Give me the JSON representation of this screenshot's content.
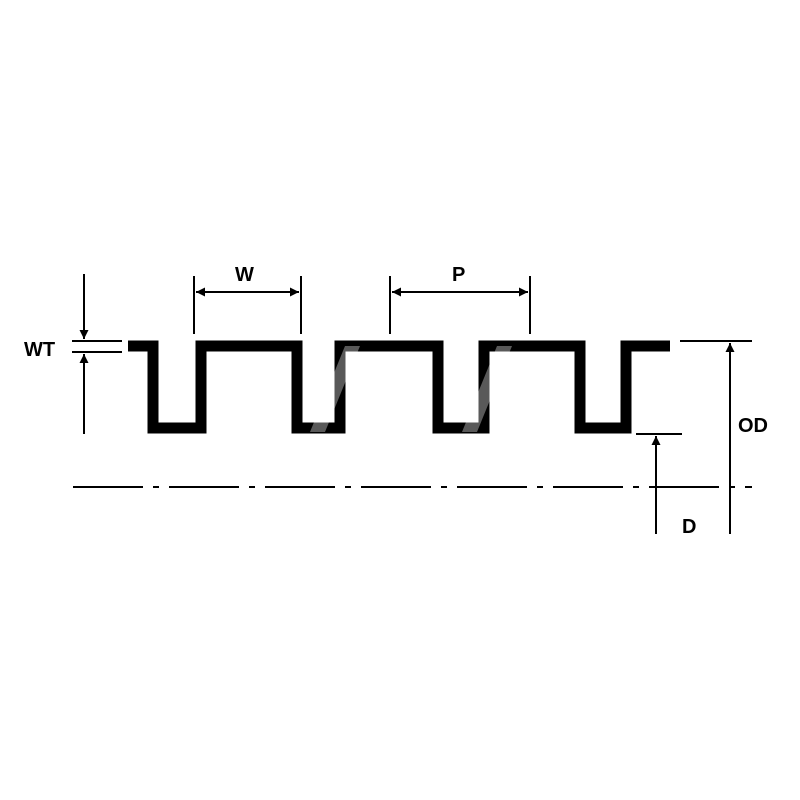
{
  "labels": {
    "wall_thickness": "WT",
    "width": "W",
    "pitch": "P",
    "outer_diameter": "OD",
    "inner_diameter": "D"
  },
  "colors": {
    "profile": "#000000",
    "dimension": "#000000",
    "background": "#ffffff",
    "watermark": "#8a8a8a"
  }
}
